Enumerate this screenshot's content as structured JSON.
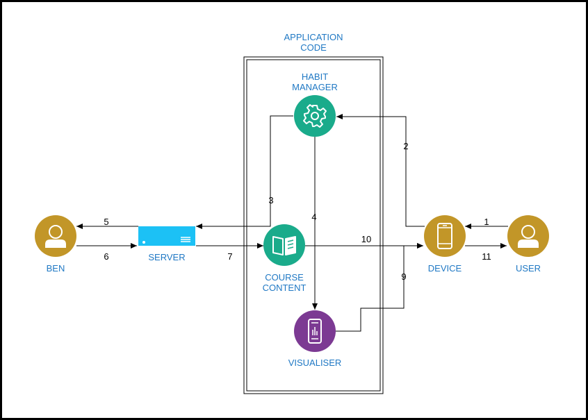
{
  "colors": {
    "label": "#1f78c4",
    "actor": "#c29628",
    "habit": "#1aab8b",
    "course": "#1aab8b",
    "visualiser": "#7c3a93",
    "device": "#c29628",
    "server": "#1cc1f5"
  },
  "container": {
    "title_line1": "APPLICATION",
    "title_line2": "CODE"
  },
  "nodes": {
    "habit_manager": {
      "line1": "HABIT",
      "line2": "MANAGER",
      "icon": "gear-icon"
    },
    "course_content": {
      "line1": "COURSE",
      "line2": "CONTENT",
      "icon": "book-icon"
    },
    "visualiser": {
      "line1": "VISUALISER",
      "icon": "phone-chart-icon"
    },
    "device": {
      "line1": "DEVICE",
      "icon": "phone-icon"
    },
    "user": {
      "line1": "USER",
      "icon": "person-icon"
    },
    "ben": {
      "line1": "BEN",
      "icon": "person-icon"
    },
    "server": {
      "line1": "SERVER",
      "icon": "server-icon"
    }
  },
  "edges": {
    "e1": "1",
    "e2": "2",
    "e3": "3",
    "e4": "4",
    "e5": "5",
    "e6": "6",
    "e7": "7",
    "e9": "9",
    "e10": "10",
    "e11": "11"
  }
}
